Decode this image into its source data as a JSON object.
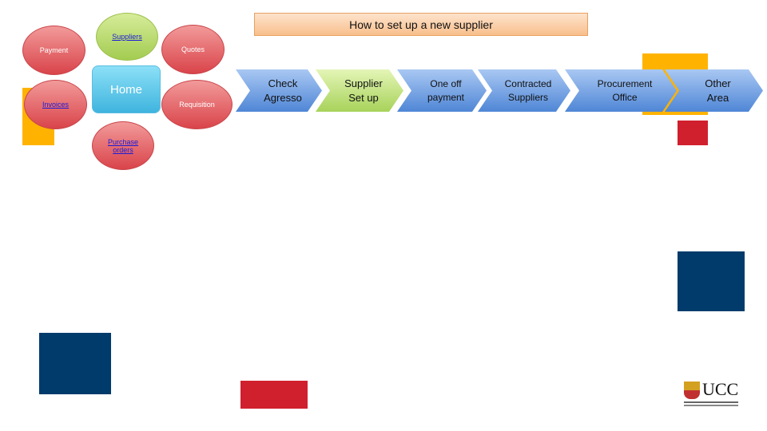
{
  "title": "How to set up a new supplier",
  "hub": {
    "center": "Home",
    "nodes": {
      "suppliers": "Suppliers",
      "payment": "Payment",
      "quotes": "Quotes",
      "invoices": "Invoices",
      "requisition": "Requisition",
      "purchase_orders": "Purchase orders"
    }
  },
  "process": [
    {
      "label": "Check Agresso"
    },
    {
      "label": "Supplier Set up"
    },
    {
      "label": "One off payment"
    },
    {
      "label": "Contracted Suppliers"
    },
    {
      "label": "Procurement Office"
    },
    {
      "label": "Other Area"
    }
  ],
  "logo": {
    "text": "UCC"
  },
  "colors": {
    "orange": "#ffb300",
    "red": "#d0202e",
    "navy": "#003b6b",
    "chevron": "#4f86d6",
    "highlight": "#a7d25a"
  }
}
